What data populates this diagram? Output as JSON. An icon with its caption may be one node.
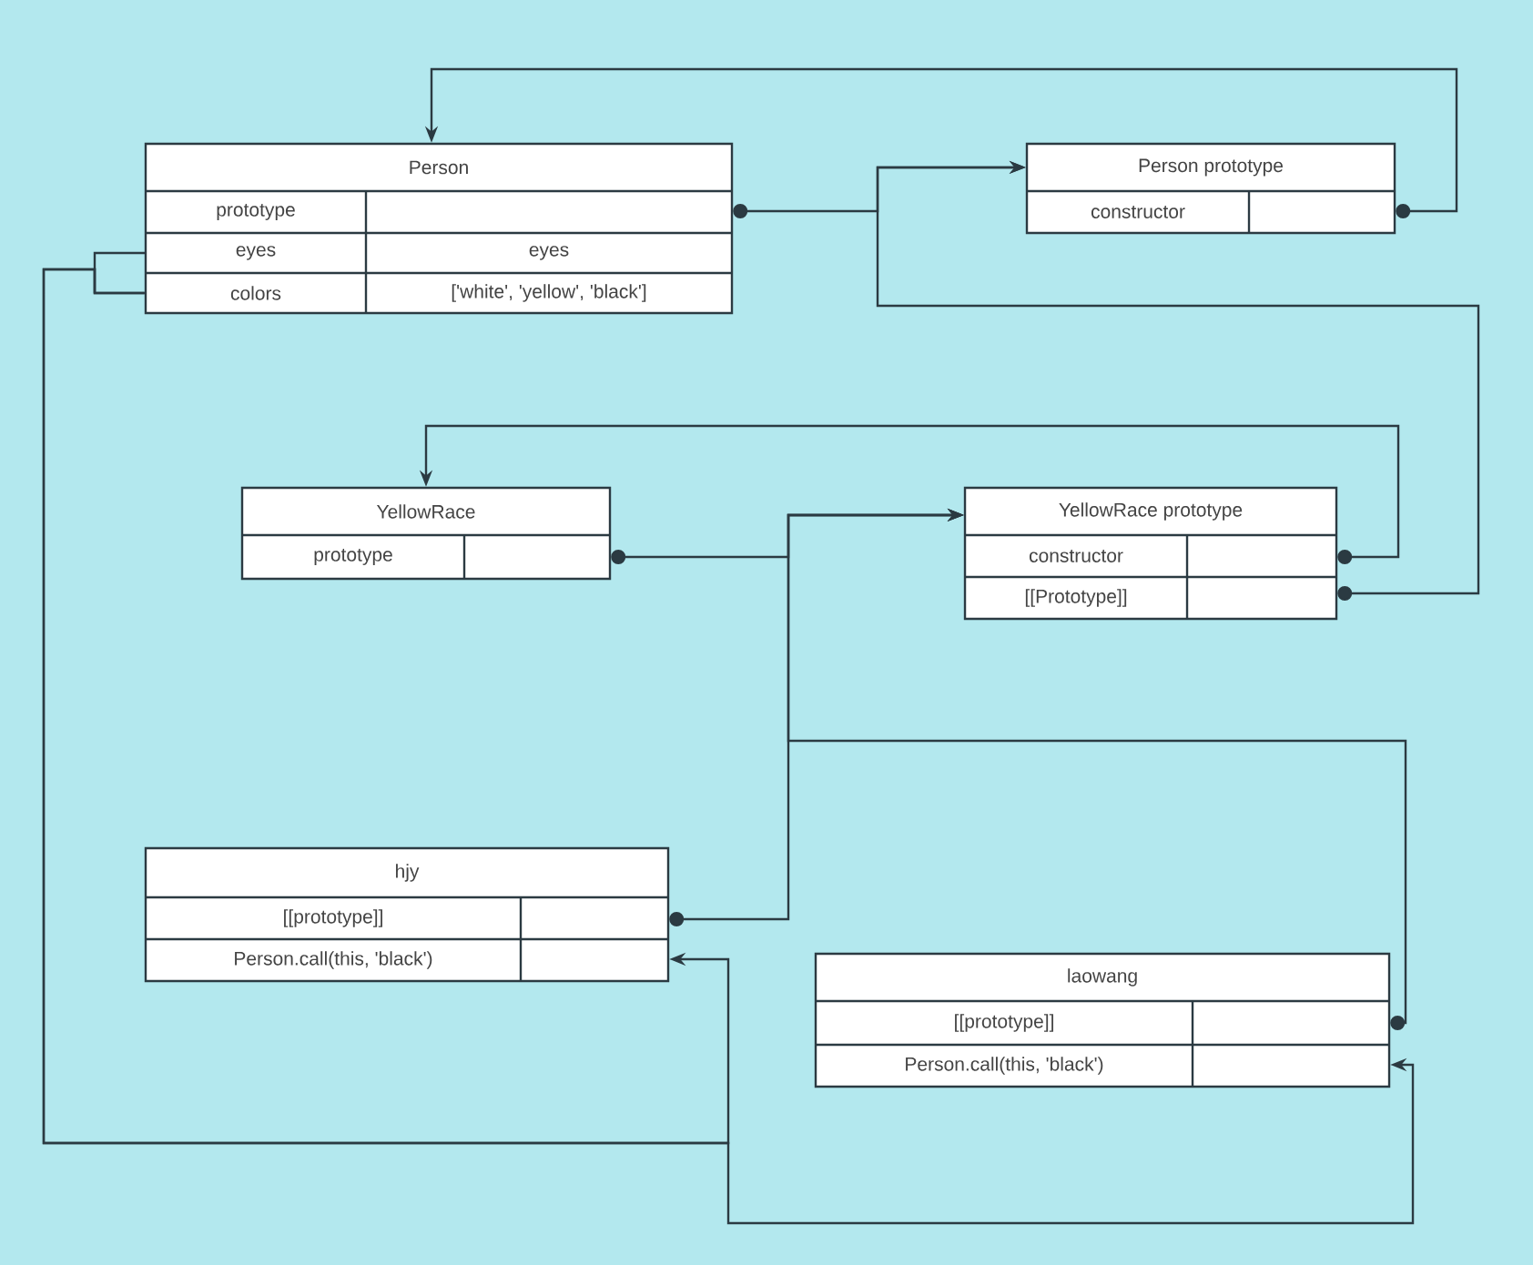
{
  "diagram": {
    "nodes": [
      {
        "text": [
          "Person",
          "prototype",
          "eyes",
          "eyes",
          "colors",
          "['white', 'yellow', 'black']"
        ]
      },
      {
        "text": [
          "Person prototype",
          "constructor"
        ]
      },
      {
        "text": [
          "YellowRace",
          "prototype"
        ]
      },
      {
        "text": [
          "YellowRace prototype",
          "constructor",
          "[[Prototype]]"
        ]
      },
      {
        "text": [
          "hjy",
          "[[prototype]]",
          "Person.call(this, 'black')"
        ]
      },
      {
        "text": [
          "laowang",
          "[[prototype]]",
          "Person.call(this, 'black')"
        ]
      }
    ],
    "edges": [
      {
        "from": 0,
        "to": 1,
        "arrow": "to"
      },
      {
        "from": 1,
        "to": 0,
        "arrow": "to"
      },
      {
        "from": 3,
        "to": 1,
        "arrow": "to"
      },
      {
        "from": 3,
        "to": 2,
        "arrow": "to"
      },
      {
        "from": 2,
        "to": 3,
        "arrow": "to"
      },
      {
        "from": 4,
        "to": 3,
        "arrow": "to"
      },
      {
        "from": 5,
        "to": 3,
        "arrow": "to"
      },
      {
        "from": 0,
        "to": 4,
        "arrow": "to"
      },
      {
        "from": 0,
        "to": 5,
        "arrow": "to"
      }
    ]
  }
}
